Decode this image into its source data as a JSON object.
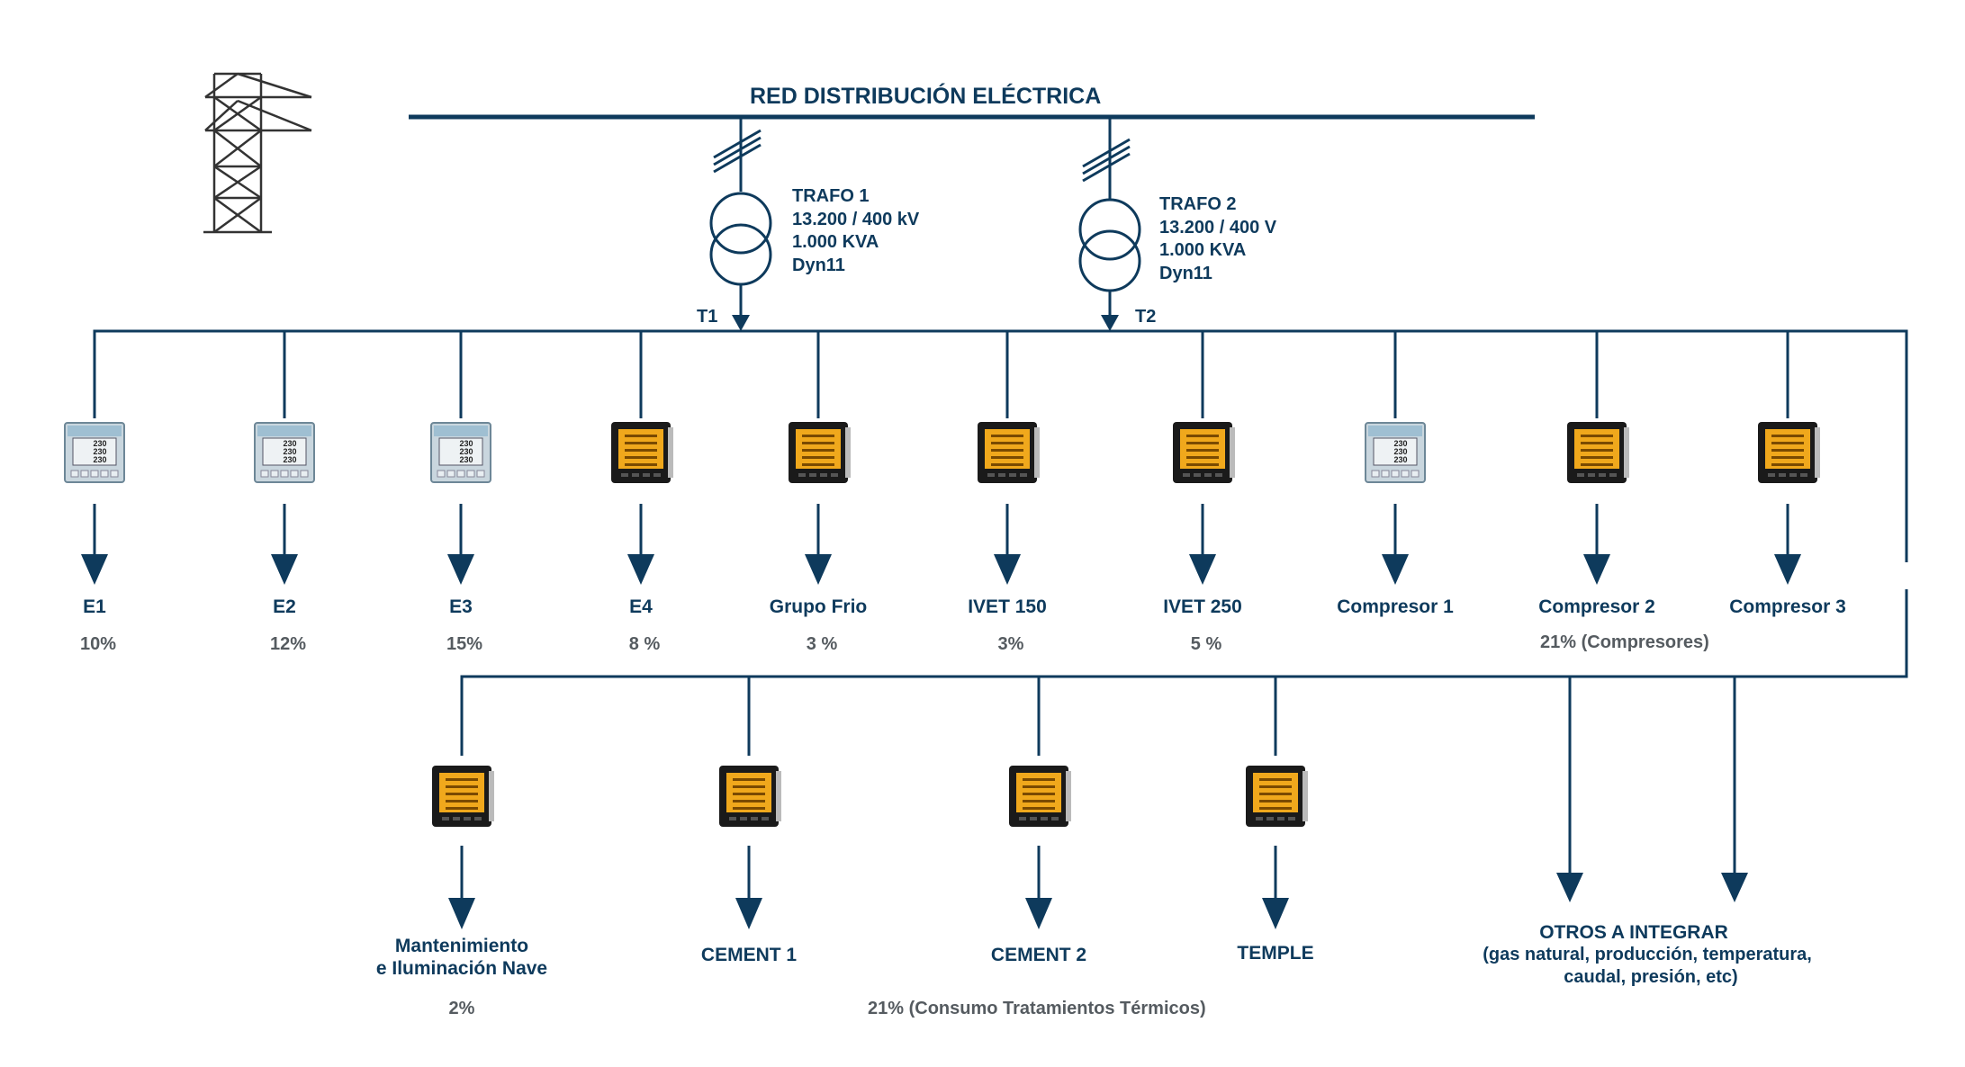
{
  "title": "RED  DISTRIBUCIÓN ELÉCTRICA",
  "trafo1": {
    "name": "TRAFO 1",
    "voltage": "13.200 / 400 kV",
    "power": "1.000 KVA",
    "group": "Dyn11",
    "tag": "T1"
  },
  "trafo2": {
    "name": "TRAFO 2",
    "voltage": "13.200 / 400 V",
    "power": "1.000 KVA",
    "group": "Dyn11",
    "tag": "T2"
  },
  "loads_row1": [
    {
      "label": "E1",
      "pct": "10%",
      "meter": "siemens"
    },
    {
      "label": "E2",
      "pct": "12%",
      "meter": "siemens"
    },
    {
      "label": "E3",
      "pct": "15%",
      "meter": "siemens"
    },
    {
      "label": "E4",
      "pct": "8 %",
      "meter": "yellow"
    },
    {
      "label": "Grupo Frio",
      "pct": "3 %",
      "meter": "yellow"
    },
    {
      "label": "IVET 150",
      "pct": "3%",
      "meter": "yellow"
    },
    {
      "label": "IVET 250",
      "pct": "5 %",
      "meter": "yellow"
    },
    {
      "label": "Compresor 1",
      "pct": "",
      "meter": "siemens"
    },
    {
      "label": "Compresor 2",
      "pct": "",
      "meter": "yellow"
    },
    {
      "label": "Compresor 3",
      "pct": "",
      "meter": "yellow"
    }
  ],
  "compresores_pct": "21% (Compresores)",
  "loads_row2": [
    {
      "label_line1": "Mantenimiento",
      "label_line2": "e Iluminación Nave",
      "pct": "2%",
      "meter": "yellow"
    },
    {
      "label_line1": "CEMENT 1",
      "label_line2": "",
      "pct": "",
      "meter": "yellow"
    },
    {
      "label_line1": "CEMENT 2",
      "label_line2": "",
      "pct": "",
      "meter": "yellow"
    },
    {
      "label_line1": "TEMPLE",
      "label_line2": "",
      "pct": "",
      "meter": "yellow"
    }
  ],
  "termicos_pct": "21% (Consumo Tratamientos Térmicos)",
  "otros": {
    "title": "OTROS A INTEGRAR",
    "line1": "(gas natural, producción, temperatura,",
    "line2": "caudal, presión, etc)"
  },
  "meter_display": [
    "230",
    "230",
    "230"
  ],
  "colors": {
    "line": "#0e3a5c",
    "text": "#0e3a5c",
    "pct_text": "#555b60",
    "meter_yellow": "#f0a81c",
    "meter_body": "#1a1a1a",
    "siemens_face": "#8fb3c8"
  },
  "icons": {
    "tower": "power-tower-icon",
    "transformer": "transformer-icon",
    "meter": "power-meter-icon",
    "arrow": "arrow-down-icon"
  }
}
